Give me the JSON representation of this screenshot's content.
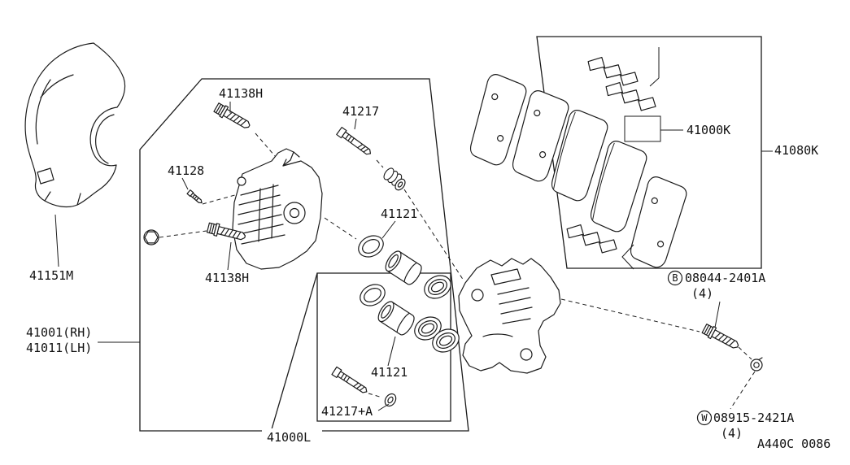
{
  "diagram": {
    "drawing_code": "A440C 0086",
    "parts": {
      "bolt_top": "41138H",
      "guide_pin_top": "41217",
      "bleeder_screw": "41128",
      "bolt_bottom": "41138H",
      "piston_upper": "41121",
      "piston_lower": "41121",
      "splash_shield": "41151M",
      "caliper_rh": "41001(RH)",
      "caliper_lh": "41011(LH)",
      "guide_pin_bottom": "41217+A",
      "caliper_assembly": "41000L",
      "pad_hardware_kit": "41000K",
      "pad_kit": "41080K",
      "bolt_b_prefix": "B",
      "bolt_b_number": "08044-2401A",
      "bolt_b_qty": "(4)",
      "washer_w_prefix": "W",
      "washer_w_number": "08915-2421A",
      "washer_w_qty": "(4)"
    }
  }
}
